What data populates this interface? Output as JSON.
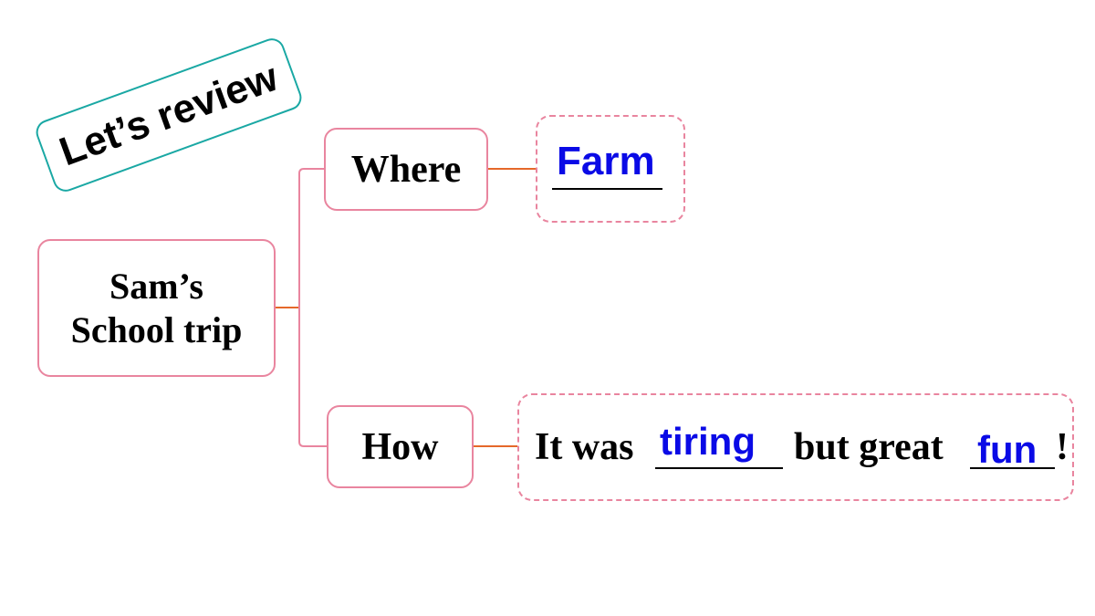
{
  "badge": {
    "label": "Let’s review"
  },
  "root": {
    "line1": "Sam’s",
    "line2": "School trip"
  },
  "branches": [
    {
      "label": "Where",
      "answer": "Farm"
    },
    {
      "label": "How",
      "sentence_part1": "It was",
      "blank1_answer": "tiring",
      "sentence_part2": "but great",
      "blank2_answer": "fun",
      "sentence_end": "!"
    }
  ],
  "colors": {
    "node_border": "#e9859f",
    "connector": "#e5682a",
    "badge_border": "#1aa8a4",
    "answer_text": "#0a0ae6"
  }
}
